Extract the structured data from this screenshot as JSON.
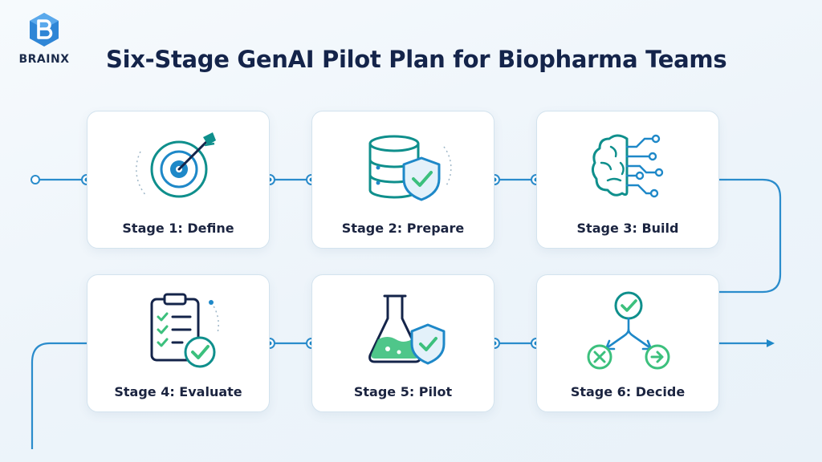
{
  "brand": {
    "name": "BRAINX"
  },
  "title": "Six-Stage GenAI Pilot Plan for Biopharma Teams",
  "colors": {
    "navy": "#14244a",
    "accent": "#1e88c8",
    "teal": "#0f8f8c",
    "green": "#3cc07d",
    "red": "#e04b4b"
  },
  "stages": [
    {
      "label": "Stage 1: Define",
      "icon": "target-arrow-icon"
    },
    {
      "label": "Stage 2: Prepare",
      "icon": "database-shield-icon"
    },
    {
      "label": "Stage 3: Build",
      "icon": "brain-circuit-icon"
    },
    {
      "label": "Stage 4: Evaluate",
      "icon": "clipboard-checklist-icon"
    },
    {
      "label": "Stage 5: Pilot",
      "icon": "flask-shield-icon"
    },
    {
      "label": "Stage 6: Decide",
      "icon": "decision-branch-icon"
    }
  ]
}
